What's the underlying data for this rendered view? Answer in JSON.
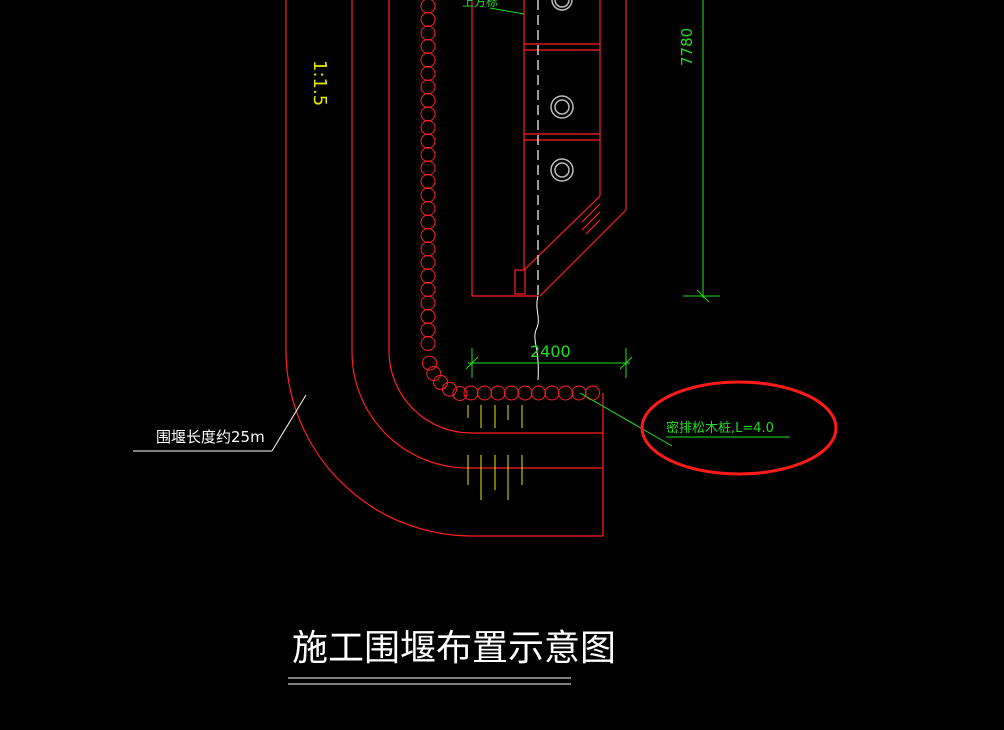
{
  "drawing": {
    "title": "施工围堰布置示意图",
    "labels": {
      "slope": "1:1.5",
      "cofferdam_length": "围堰长度约25m",
      "pile_note": "密排松木桩,L=4.0",
      "top_partial": "上方标",
      "dim_horizontal": "2400",
      "dim_vertical": "7780"
    },
    "colors": {
      "background": "#000000",
      "outline": "#ff2020",
      "dimension": "#22dd22",
      "slope_text": "#e6e600",
      "annotation": "#ffffff",
      "highlight_circle": "#ff1a1a",
      "pile_marks": "#e6e600"
    }
  }
}
